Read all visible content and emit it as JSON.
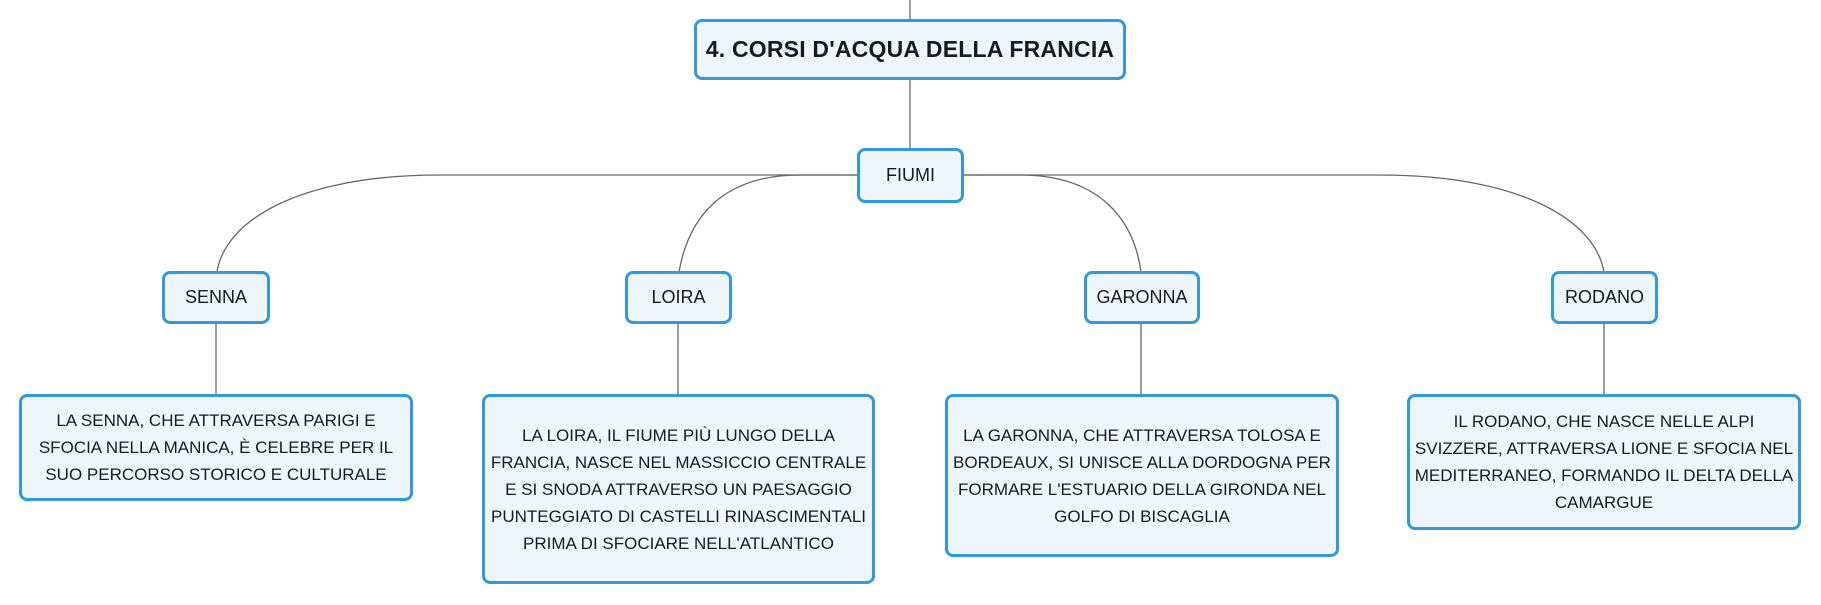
{
  "root": {
    "title": "4. CORSI D'ACQUA DELLA FRANCIA"
  },
  "branch": {
    "label": "FIUMI"
  },
  "rivers": [
    {
      "name": "SENNA",
      "description": "LA SENNA, CHE ATTRAVERSA PARIGI E SFOCIA NELLA MANICA, È CELEBRE PER IL SUO PERCORSO STORICO E CULTURALE"
    },
    {
      "name": "LOIRA",
      "description": "LA LOIRA, IL FIUME PIÙ LUNGO DELLA FRANCIA, NASCE NEL MASSICCIO CENTRALE E SI SNODA ATTRAVERSO UN PAESAGGIO PUNTEGGIATO DI CASTELLI RINASCIMENTALI PRIMA DI SFOCIARE NELL'ATLANTICO"
    },
    {
      "name": "GARONNA",
      "description": "LA GARONNA, CHE ATTRAVERSA TOLOSA E BORDEAUX, SI UNISCE ALLA DORDOGNA PER FORMARE L'ESTUARIO DELLA GIRONDA NEL GOLFO DI BISCAGLIA"
    },
    {
      "name": "RODANO",
      "description": "IL RODANO, CHE NASCE NELLE ALPI SVIZZERE, ATTRAVERSA LIONE E SFOCIA NEL MEDITERRANEO, FORMANDO IL DELTA DELLA CAMARGUE"
    }
  ],
  "colors": {
    "node_border": "#3498db",
    "node_fill": "#eef6fc",
    "connector": "#666666",
    "text": "#1a1a1a"
  }
}
